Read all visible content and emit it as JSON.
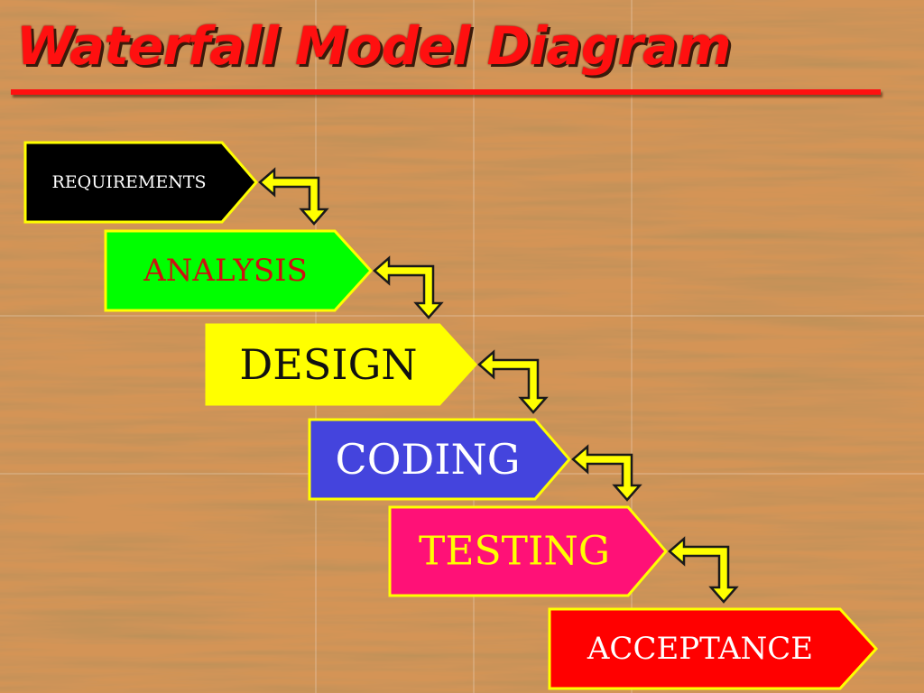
{
  "title": "Waterfall Model Diagram",
  "colors": {
    "title": "#ff1010",
    "border": "#ffff00",
    "connector_fill": "#ffff00",
    "connector_stroke": "#1a1a1a",
    "wood_light": "#d79a5f",
    "wood_dark": "#b5733f"
  },
  "stages": [
    {
      "label": "REQUIREMENTS",
      "fill": "#000000",
      "text_color": "#ffffff"
    },
    {
      "label": "ANALYSIS",
      "fill": "#00ff00",
      "text_color": "#cc1111"
    },
    {
      "label": "DESIGN",
      "fill": "#ffff00",
      "text_color": "#111111"
    },
    {
      "label": "CODING",
      "fill": "#4444dd",
      "text_color": "#ffffff"
    },
    {
      "label": "TESTING",
      "fill": "#ff1177",
      "text_color": "#ffff00"
    },
    {
      "label": "ACCEPTANCE",
      "fill": "#ff0000",
      "text_color": "#ffffff"
    }
  ],
  "connector_icon": "bidirectional-elbow-arrow-icon"
}
